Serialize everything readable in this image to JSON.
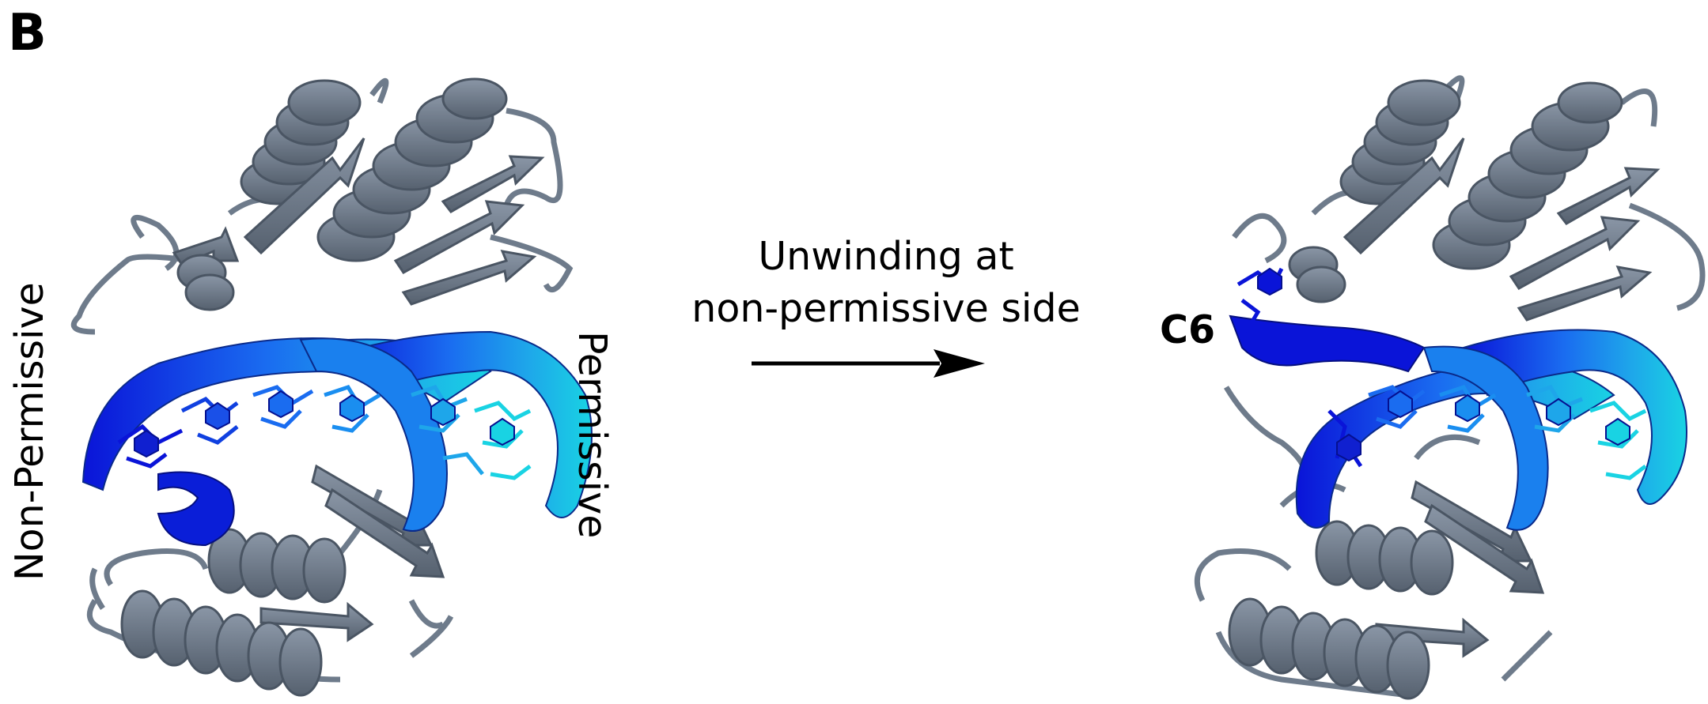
{
  "panel_letter": "B",
  "arrow_caption": {
    "line1": "Unwinding at",
    "line2": "non-permissive side"
  },
  "left_structure": {
    "side_label_left": "Non-Permissive",
    "side_label_right": "Permissive"
  },
  "right_structure": {
    "residue_label": "C6"
  },
  "colors": {
    "protein": "#6e7b8b",
    "protein_dark": "#4a5563",
    "dna_dark_blue": "#0a14d8",
    "dna_blue": "#1a6cf0",
    "dna_light_blue": "#1ea6ea",
    "dna_cyan": "#19d3e3",
    "arrow": "#000000"
  }
}
